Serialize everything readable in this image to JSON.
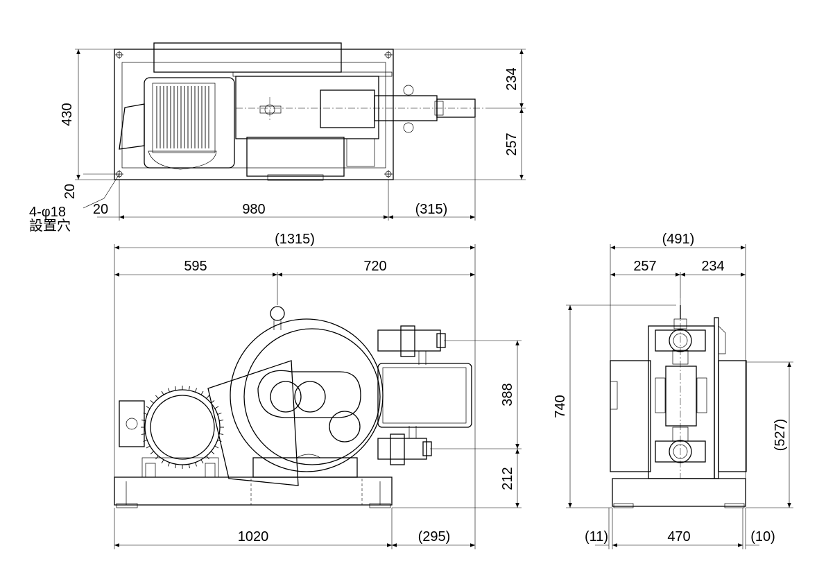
{
  "top_view": {
    "dims": {
      "h_total": "430",
      "h_upper": "234",
      "h_lower": "257",
      "len_base": "980",
      "len_ext": "(315)",
      "off_x": "20",
      "off_y": "20"
    },
    "hole_note_1": "4-φ18",
    "hole_note_2": "設置穴"
  },
  "front_view": {
    "dims": {
      "overall": "(1315)",
      "left": "595",
      "right": "720",
      "h_upper": "388",
      "h_lower": "212",
      "base": "1020",
      "ext": "(295)"
    }
  },
  "side_view": {
    "dims": {
      "overall": "(491)",
      "left": "257",
      "right": "234",
      "height": "740",
      "height_right": "(527)",
      "base": "470",
      "off_left": "(11)",
      "off_right": "(10)"
    }
  }
}
